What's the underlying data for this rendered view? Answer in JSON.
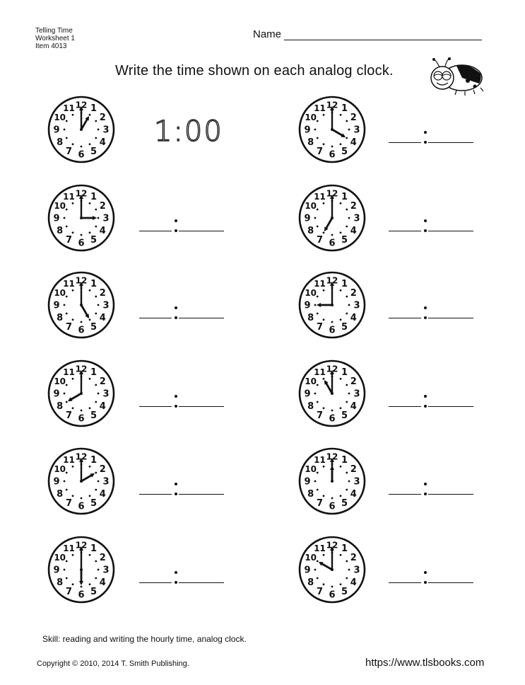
{
  "header": {
    "meta_lines": [
      "Telling Time",
      "Worksheet 1",
      "Item 4013"
    ],
    "name_label": "Name"
  },
  "instruction": "Write the time shown on each analog clock.",
  "example_answer": "1:00",
  "clock_numbers": [
    "12",
    "1",
    "2",
    "3",
    "4",
    "5",
    "6",
    "7",
    "8",
    "9",
    "10",
    "11"
  ],
  "clocks": [
    {
      "hour": 1,
      "minute": 0,
      "example": true
    },
    {
      "hour": 4,
      "minute": 0
    },
    {
      "hour": 3,
      "minute": 0
    },
    {
      "hour": 7,
      "minute": 0
    },
    {
      "hour": 5,
      "minute": 0
    },
    {
      "hour": 9,
      "minute": 0
    },
    {
      "hour": 8,
      "minute": 0
    },
    {
      "hour": 11,
      "minute": 0
    },
    {
      "hour": 2,
      "minute": 0
    },
    {
      "hour": 12,
      "minute": 0
    },
    {
      "hour": 6,
      "minute": 0
    },
    {
      "hour": 10,
      "minute": 0
    }
  ],
  "footer": {
    "skill": "Skill: reading and writing the hourly time, analog clock.",
    "copyright": "Copyright © 2010, 2014 T. Smith Publishing.",
    "url": "https://www.tlsbooks.com"
  }
}
